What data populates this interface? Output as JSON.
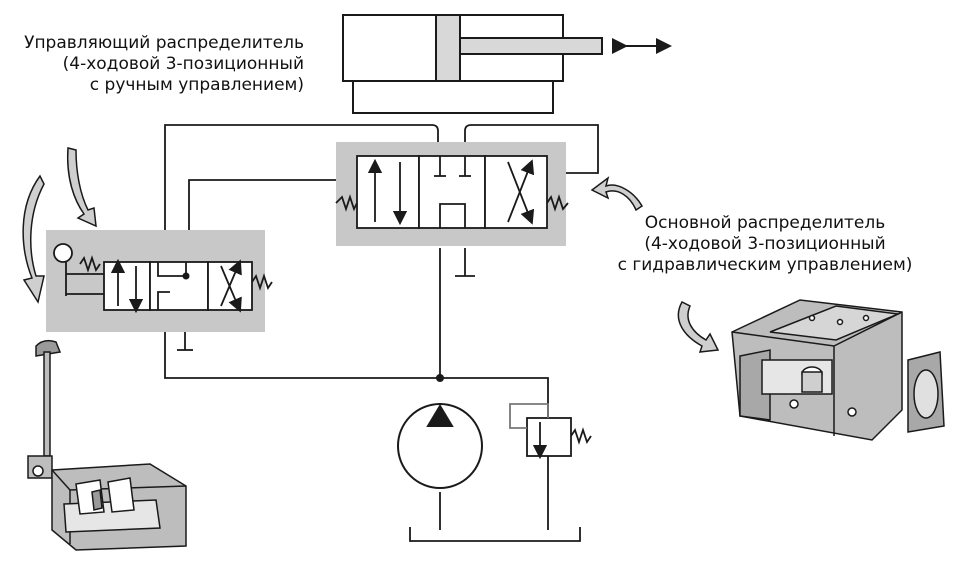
{
  "labels": {
    "control_valve": {
      "line1": "Управляющий распределитель",
      "line2": "(4-ходовой 3-позиционный",
      "line3": "с ручным управлением)"
    },
    "main_valve": {
      "line1": "Основной распределитель",
      "line2": "(4-ходовой 3-позиционный",
      "line3": "с гидравлическим управлением)"
    }
  },
  "colors": {
    "line": "#1a1a1a",
    "valve_panel": "#c8c8c8",
    "cylinder_fill": "#d8d8d8",
    "arrow_fill": "#cfcfcf",
    "photo_fill": "#bdbdbd"
  },
  "icons": {
    "actuation": "double-arrow-icon",
    "pump": "pump-icon",
    "relief": "relief-valve-icon"
  }
}
